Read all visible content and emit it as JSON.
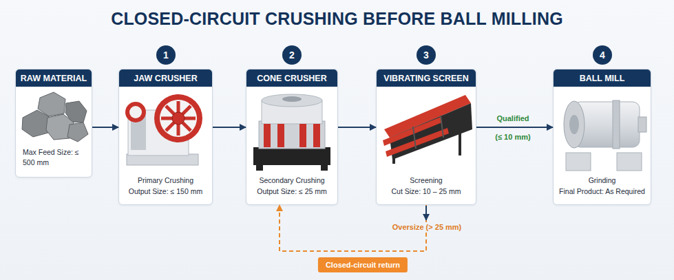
{
  "diagram": {
    "title": "CLOSED-CIRCUIT CRUSHING BEFORE BALL MILLING",
    "nodes": [
      {
        "text": [
          "RAW MATERIAL",
          "Max Feed Size: ≤ 500 mm"
        ]
      },
      {
        "text": [
          "JAW CRUSHER",
          "Primary Crushing",
          "Output Size: ≤ 150 mm"
        ]
      },
      {
        "text": [
          "CONE CRUSHER",
          "Secondary Crushing",
          "Output Size: ≤ 25 mm"
        ]
      },
      {
        "text": [
          "VIBRATING SCREEN",
          "Screening",
          "Cut Size: 10 – 25 mm"
        ]
      },
      {
        "text": [
          "BALL MILL",
          "Grinding",
          "Final Product: As Required"
        ]
      }
    ],
    "edges": [
      {
        "from": 0,
        "to": 1,
        "arrow": "to"
      },
      {
        "from": 1,
        "to": 2,
        "arrow": "to"
      },
      {
        "from": 2,
        "to": 3,
        "arrow": "to"
      },
      {
        "from": 3,
        "to": 4,
        "arrow": "to",
        "label": "Qualified"
      },
      {
        "from": 3,
        "to": 2,
        "arrow": "to",
        "label": "Closed-circuit return"
      }
    ],
    "labels": [
      "1",
      "2",
      "3",
      "4",
      "(≤ 10 mm)",
      "Oversize (> 25 mm)"
    ]
  }
}
